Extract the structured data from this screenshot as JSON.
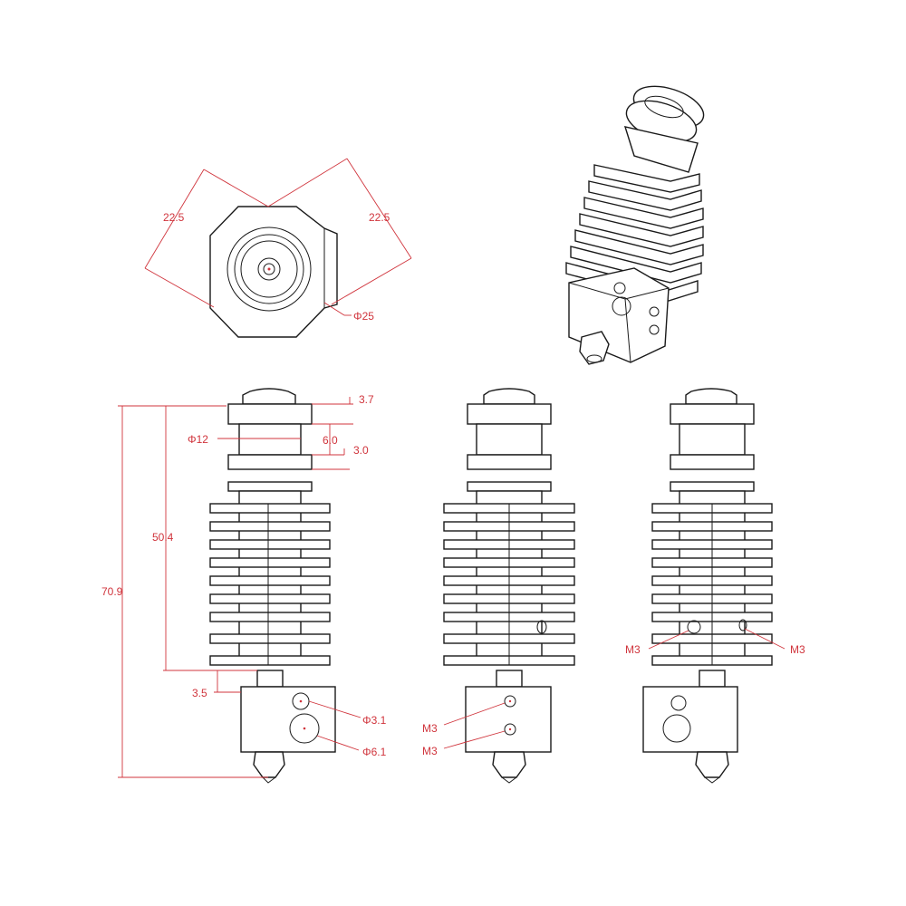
{
  "diagram": {
    "top_view": {
      "flat_a": "22.5",
      "flat_b": "22.5",
      "diameter": "Φ25"
    },
    "front_view": {
      "cap_height": "3.7",
      "neck_diameter": "Φ12",
      "neck_height": "6.0",
      "ring_height": "3.0",
      "sink_height": "50.4",
      "total_height": "70.9",
      "gap_height": "3.5",
      "small_hole": "Φ3.1",
      "large_hole": "Φ6.1"
    },
    "side_view": {
      "upper_thread": "M3",
      "lower_thread": "M3"
    },
    "back_view": {
      "left_thread": "M3",
      "right_thread": "M3"
    }
  }
}
